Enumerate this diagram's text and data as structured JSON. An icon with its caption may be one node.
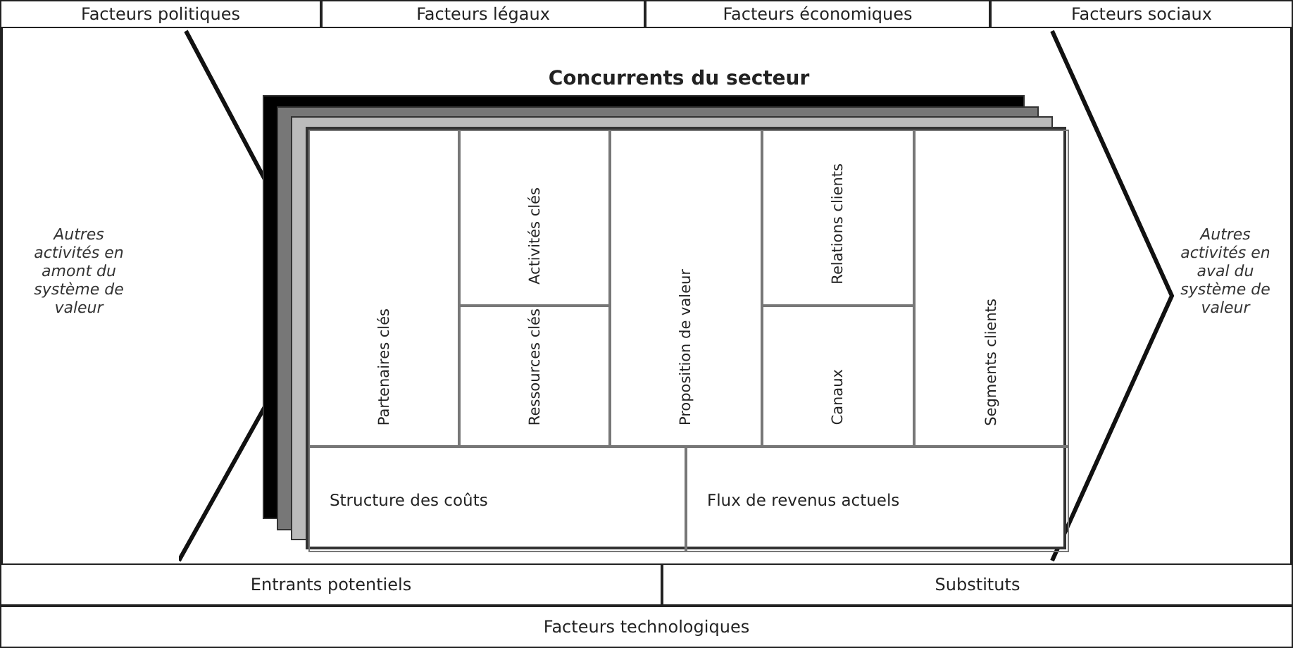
{
  "diagram": {
    "nodes": [
      {
        "text": [
          "Facteurs politiques"
        ]
      },
      {
        "text": [
          "Facteurs légaux"
        ]
      },
      {
        "text": [
          "Facteurs économiques"
        ]
      },
      {
        "text": [
          "Facteurs sociaux"
        ]
      },
      {
        "text": [
          "Autres activités en amont du système de valeur",
          "Autres activités en aval du système de valeur"
        ]
      },
      {
        "text": [
          "Concurrents du secteur"
        ],
        "in": 4
      },
      {
        "text": [],
        "shape": "box",
        "in": 5
      },
      {
        "text": [
          "Partenaires clés"
        ],
        "in": 6
      },
      {
        "text": [
          "Activités clés"
        ],
        "in": 6
      },
      {
        "text": [
          "Ressources clés"
        ],
        "in": 6
      },
      {
        "text": [
          "Proposition de valeur"
        ],
        "in": 6
      },
      {
        "text": [
          "Relations clients"
        ],
        "in": 6
      },
      {
        "text": [
          "Canaux"
        ],
        "in": 6
      },
      {
        "text": [
          "Segments clients"
        ],
        "in": 6
      },
      {
        "text": [
          "Structure des coûts"
        ],
        "in": 6
      },
      {
        "text": [
          "Flux de revenus actuels"
        ],
        "in": 6
      },
      {
        "text": [
          "Entrants potentiels"
        ]
      },
      {
        "text": [
          "Substituts"
        ]
      },
      {
        "text": [
          "Facteurs technologiques"
        ]
      }
    ],
    "edges": []
  }
}
